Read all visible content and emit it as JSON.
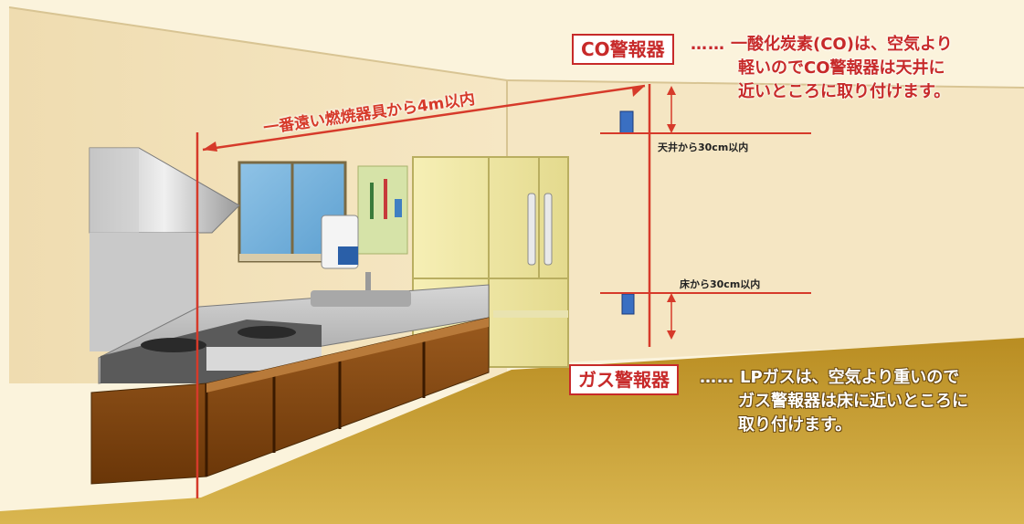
{
  "co_alarm": {
    "label": "CO警報器",
    "dots": "……",
    "lines": [
      "一酸化炭素(CO)は、空気より",
      "軽いのでCO警報器は天井に",
      "近いところに取り付けます。"
    ]
  },
  "gas_alarm": {
    "label": "ガス警報器",
    "dots": "……",
    "lines": [
      "LPガスは、空気より重いので",
      "ガス警報器は床に近いところに",
      "取り付けます。"
    ]
  },
  "distance_label": "一番遠い燃焼器具から4m以内",
  "ceiling_label": "天井から30cm以内",
  "floor_label": "床から30cm以内",
  "colors": {
    "accent_red": "#c72a2a",
    "wall": "#f4e4bf",
    "floor": "#c9a23a",
    "cabinet": "#8a4a14"
  }
}
